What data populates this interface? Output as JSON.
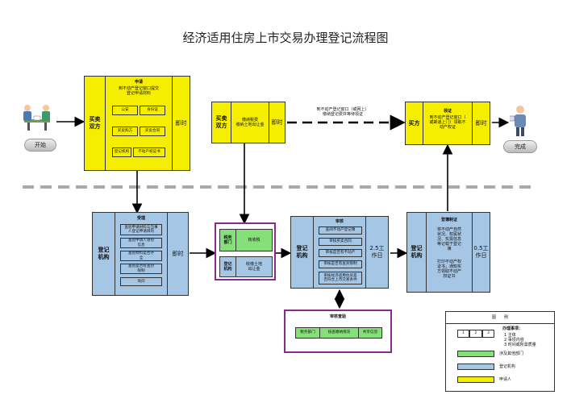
{
  "title": "经济适用住房上市交易办理登记流程图",
  "start": {
    "label": "开始"
  },
  "end": {
    "label": "完成"
  },
  "apply": {
    "role": "买卖\n双方",
    "heading": "申请",
    "desc": "到不动产登记窗口提交\n登记申请材料",
    "items": [
      "公安",
      "身份证",
      "买卖购方",
      "买卖合同",
      "登记机构",
      "不动产权证书"
    ],
    "timing": "即时"
  },
  "tax": {
    "role": "买卖\n双方",
    "desc": "缴纳税费\n缴纳土地出让金",
    "timing": "即时"
  },
  "dashed_note": "到不动产登记窗口（或网上）\n缴纳登记费并等待领证",
  "collect": {
    "role": "买方",
    "heading": "领证",
    "desc": "到不动产登记窗口（\n或邮递上门）领取不\n动产权证",
    "timing": "即时"
  },
  "accept": {
    "role": "登记\n机构",
    "heading": "受理",
    "items": [
      "查验申请材料与当事\n人登记申请目的",
      "查验申请人身份\n信息",
      "查验材料是否齐\n全",
      "查验是否有查封\n限制",
      "询问"
    ],
    "timing": "即时"
  },
  "depts": {
    "label": "税务\n部门",
    "tax_label": "核收税",
    "land_label": "收缴土地\n出让金",
    "reg_label": "登记\n机构"
  },
  "review": {
    "role": "登记\n机构",
    "heading": "审核",
    "items": [
      "查阅不动产登记簿",
      "审核买卖合同",
      "审核是否有不动产",
      "审核是否有查封限制",
      "审核经济适用住房是\n否符合上市交易条件"
    ],
    "timing": "2.5工\n作日"
  },
  "check": {
    "heading": "审核查验",
    "items": [
      "税务部门",
      "核查缴纳情况",
      "共享信息"
    ]
  },
  "record": {
    "role": "登记\n机构",
    "heading": "登簿制证",
    "desc": "将不动产自然\n状况、权属状\n况、实需信息\n等记载于登记\n簿",
    "desc2": "打印不动产权\n证书，通知买\n方领取不动产\n权证书",
    "timing": "0.5工\n作日"
  },
  "legend": {
    "title": "图　　例",
    "boxes": [
      "1",
      "2",
      "3"
    ],
    "notes_title": "办理事项：",
    "notes": [
      "1 主体",
      "2 事项内容",
      "3 时间或所需质量"
    ],
    "entries": [
      "涉及其他部门",
      "登记机构",
      "申请人"
    ],
    "colors": {
      "green": "#86e07a",
      "blue": "#a6c6e6",
      "yellow": "#f6ee00"
    }
  }
}
